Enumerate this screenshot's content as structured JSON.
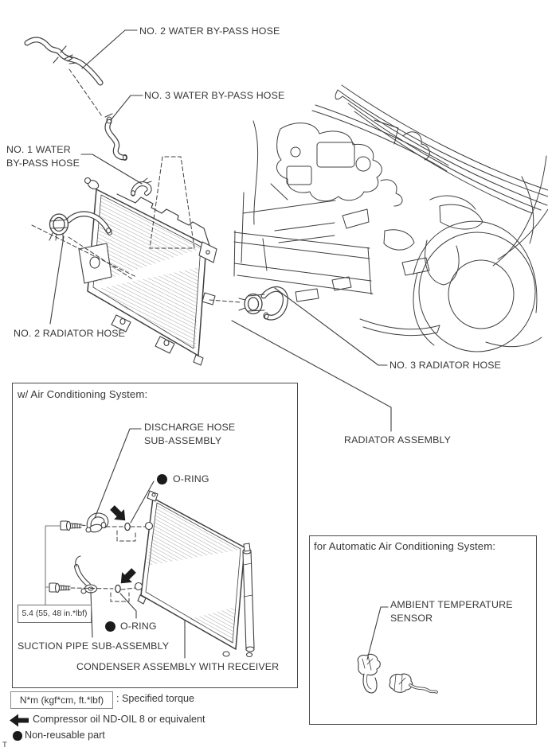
{
  "page": {
    "corner_mark": "T",
    "colors": {
      "line": "#3f3f3f",
      "text": "#373737",
      "black": "#1b1b1b"
    }
  },
  "main_diagram": {
    "labels": {
      "no2_water_bypass_hose": "NO. 2 WATER BY-PASS HOSE",
      "no3_water_bypass_hose": "NO. 3 WATER BY-PASS HOSE",
      "no1_water_bypass_hose": "NO. 1 WATER\nBY-PASS HOSE",
      "no2_radiator_hose": "NO. 2 RADIATOR HOSE",
      "no3_radiator_hose": "NO. 3 RADIATOR HOSE",
      "radiator_assembly": "RADIATOR ASSEMBLY"
    }
  },
  "ac_box": {
    "title": "w/ Air Conditioning System:",
    "labels": {
      "discharge_hose": "DISCHARGE HOSE\nSUB-ASSEMBLY",
      "oring_top": "O-RING",
      "oring_bottom": "O-RING",
      "torque_spec": "5.4 (55, 48 in.*lbf)",
      "suction_pipe": "SUCTION PIPE SUB-ASSEMBLY",
      "condenser": "CONDENSER ASSEMBLY WITH RECEIVER"
    }
  },
  "auto_ac_box": {
    "title": "for Automatic Air Conditioning System:",
    "labels": {
      "ambient_sensor": "AMBIENT TEMPERATURE\nSENSOR"
    }
  },
  "legend": {
    "torque_symbol": "N*m (kgf*cm, ft.*lbf)",
    "torque_meaning": ": Specified torque",
    "compressor_oil": "Compressor oil ND-OIL 8 or equivalent",
    "compressor_oil_icon": "left-black-arrow",
    "non_reusable": "Non-reusable part",
    "non_reusable_icon": "black-dot"
  }
}
